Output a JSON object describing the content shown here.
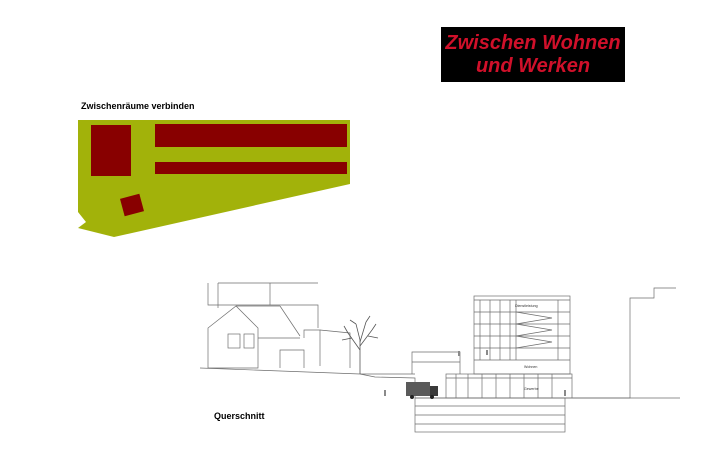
{
  "title": {
    "line1": "Zwischen Wohnen",
    "line2": "und Werken"
  },
  "diagram_label": "Zwischenräume verbinden",
  "section_label": "Querschnitt",
  "building_labels": {
    "top": "Dienstleistung",
    "middle": "Wohnen",
    "lower": "Gewerbe"
  },
  "colors": {
    "title_background": "#000000",
    "title_text": "#d0102a",
    "site_green": "#a2b20a",
    "building_red": "#880000",
    "line_gray": "#6e6e6e"
  }
}
